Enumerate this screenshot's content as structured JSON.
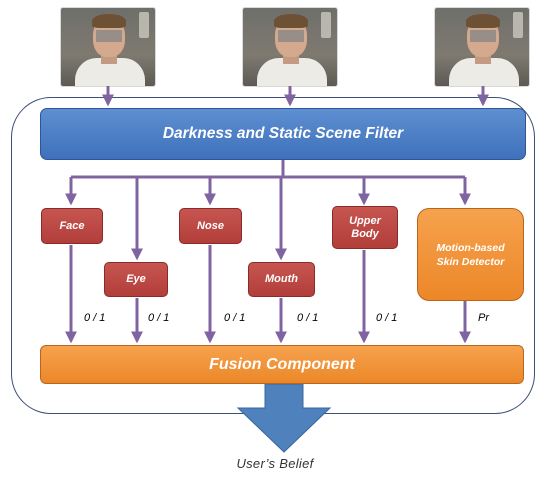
{
  "input_frames": [
    {
      "icon": "camera-frame-person"
    },
    {
      "icon": "camera-frame-person"
    },
    {
      "icon": "camera-frame-person"
    }
  ],
  "filter": {
    "label": "Darkness and Static Scene Filter"
  },
  "detectors": [
    {
      "key": "face",
      "label": "Face",
      "output": "0 / 1"
    },
    {
      "key": "eye",
      "label": "Eye",
      "output": "0 / 1"
    },
    {
      "key": "nose",
      "label": "Nose",
      "output": "0 / 1"
    },
    {
      "key": "mouth",
      "label": "Mouth",
      "output": "0 / 1"
    },
    {
      "key": "upper-body",
      "label": "Upper Body",
      "output": "0 / 1"
    },
    {
      "key": "skin",
      "label": "Motion-based Skin Detector",
      "output": "Pr"
    }
  ],
  "fusion": {
    "label": "Fusion Component"
  },
  "output": {
    "label": "User’s Belief"
  },
  "colors": {
    "filter_blue": "#4472c4",
    "detector_red": "#c0504d",
    "component_orange": "#f79646",
    "arrow_purple": "#8064a2",
    "output_arrow_blue": "#4f81bd",
    "panel_border": "#3c4f78"
  }
}
